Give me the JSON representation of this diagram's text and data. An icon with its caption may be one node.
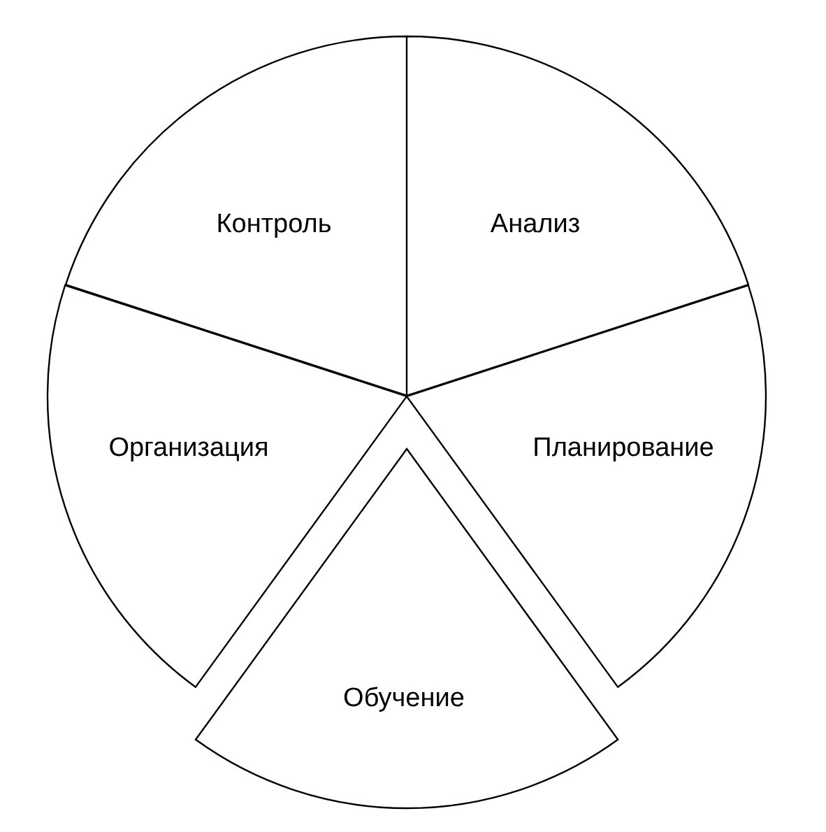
{
  "diagram": {
    "nodes": [
      {
        "text": [
          "Контроль"
        ]
      },
      {
        "text": [
          "Анализ"
        ]
      },
      {
        "text": [
          "Организация"
        ]
      },
      {
        "text": [
          "Планирование"
        ]
      },
      {
        "text": [
          "Обучение"
        ]
      }
    ]
  }
}
